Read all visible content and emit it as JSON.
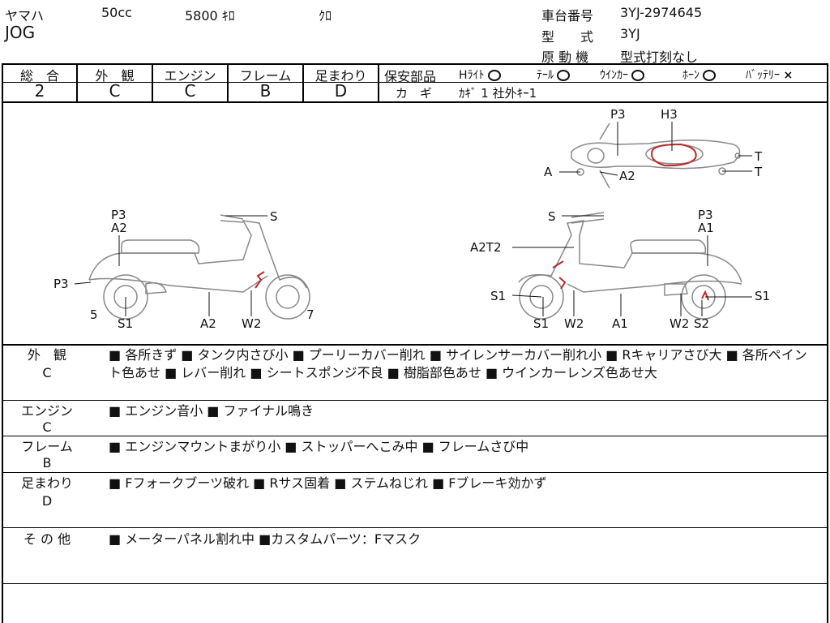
{
  "header": {
    "maker": "ヤマハ",
    "cc": "50cc",
    "mileage": "5800 ｷﾛ",
    "color": "ｸﾛ",
    "model_name": "JOG",
    "frame_no_label": "車台番号",
    "frame_no": "3YJ-2974645",
    "type_label": "型　　式",
    "type": "3YJ",
    "engine_label": "原 動 機",
    "engine": "型式打刻なし"
  },
  "grades": {
    "labels": [
      "総　合",
      "外　観",
      "エンジン",
      "フレーム",
      "足まわり"
    ],
    "values": [
      "2",
      "C",
      "C",
      "B",
      "D"
    ]
  },
  "safety": {
    "label": "保安部品",
    "items": [
      {
        "name": "Hﾗｲﾄ",
        "mark": "o"
      },
      {
        "name": "ﾃｰﾙ",
        "mark": "o"
      },
      {
        "name": "ｳｲﾝｶｰ",
        "mark": "o"
      },
      {
        "name": "ﾎｰﾝ",
        "mark": "o"
      },
      {
        "name": "ﾊﾞｯﾃﾘｰ",
        "mark": "×"
      }
    ],
    "key_label": "カ　ギ",
    "key_value": "ｶｷﾞ 1 社外ｷｰ1"
  },
  "diagram_labels": {
    "top": [
      "P3",
      "H3",
      "T",
      "A",
      "A2",
      "T"
    ],
    "left": [
      "P3",
      "A2",
      "S",
      "P3",
      "5",
      "S1",
      "A2",
      "W2",
      "7"
    ],
    "right": [
      "S",
      "P3",
      "A1",
      "A2T2",
      "S1",
      "S1",
      "W2",
      "A1",
      "W2",
      "S2",
      "S1"
    ]
  },
  "sections": [
    {
      "label": "外　観",
      "grade": "C",
      "text": "■ 各所きず ■ タンク内さび小 ■ プーリーカバー削れ ■ サイレンサーカバー削れ小 ■ Rキャリアさび大 ■ 各所ペイント色あせ ■ レバー削れ ■ シートスポンジ不良 ■ 樹脂部色あせ ■ ウインカーレンズ色あせ大"
    },
    {
      "label": "エンジン",
      "grade": "C",
      "text": "■ エンジン音小 ■ ファイナル鳴き"
    },
    {
      "label": "フレーム",
      "grade": "B",
      "text": "■ エンジンマウントまがり小 ■ ストッパーへこみ中 ■ フレームさび中"
    },
    {
      "label": "足まわり",
      "grade": "D",
      "text": "■ Fフォークブーツ破れ ■ Rサス固着 ■ ステムねじれ ■ Fブレーキ効かず"
    },
    {
      "label": "そ の 他",
      "grade": "",
      "text": "■ メーターパネル割れ中 ■カスタムパーツ：Fマスク"
    }
  ]
}
